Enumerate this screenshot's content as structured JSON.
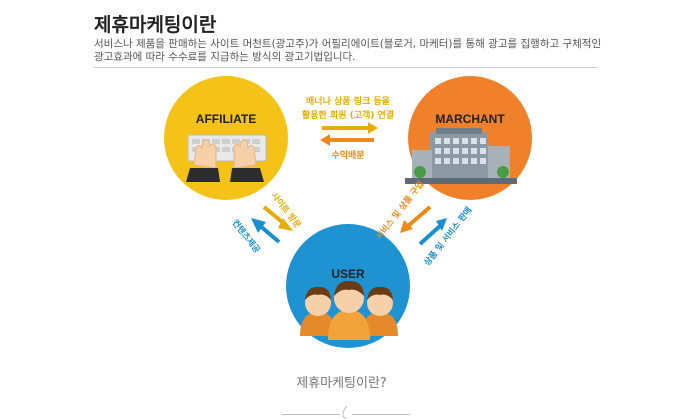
{
  "header": {
    "title": "제휴마케팅이란",
    "description": "서비스나 제품을 판매하는 사이트 머천트(광고주)가 어필리에이트(블로거, 마케터)를 통해 광고를 집행하고 구체적인 광고효과에 따라 수수료를 지급하는 방식의 광고기법입니다."
  },
  "nodes": {
    "affiliate": "AFFILIATE",
    "merchant": "MARCHANT",
    "user": "USER"
  },
  "top_flow": {
    "line1": "배너나 상품 링크 등을",
    "line2": "활용한 회원 (고객) 연결",
    "bottom": "수익배분"
  },
  "left_flow": {
    "down_label": "사이트 방문",
    "up_label": "컨텐츠제공"
  },
  "right_flow": {
    "down_label": "서비스 및 상품 구입",
    "up_label": "상품 및 서비스 판매"
  },
  "caption": "제휴마케팅이란?",
  "colors": {
    "affiliate_circle": "#f5c318",
    "merchant_circle": "#f0812a",
    "user_circle": "#1f93d2",
    "flow_orange": "#ee8a1a",
    "flow_yellow": "#e6ad00",
    "flow_blue": "#1a8fd0"
  }
}
